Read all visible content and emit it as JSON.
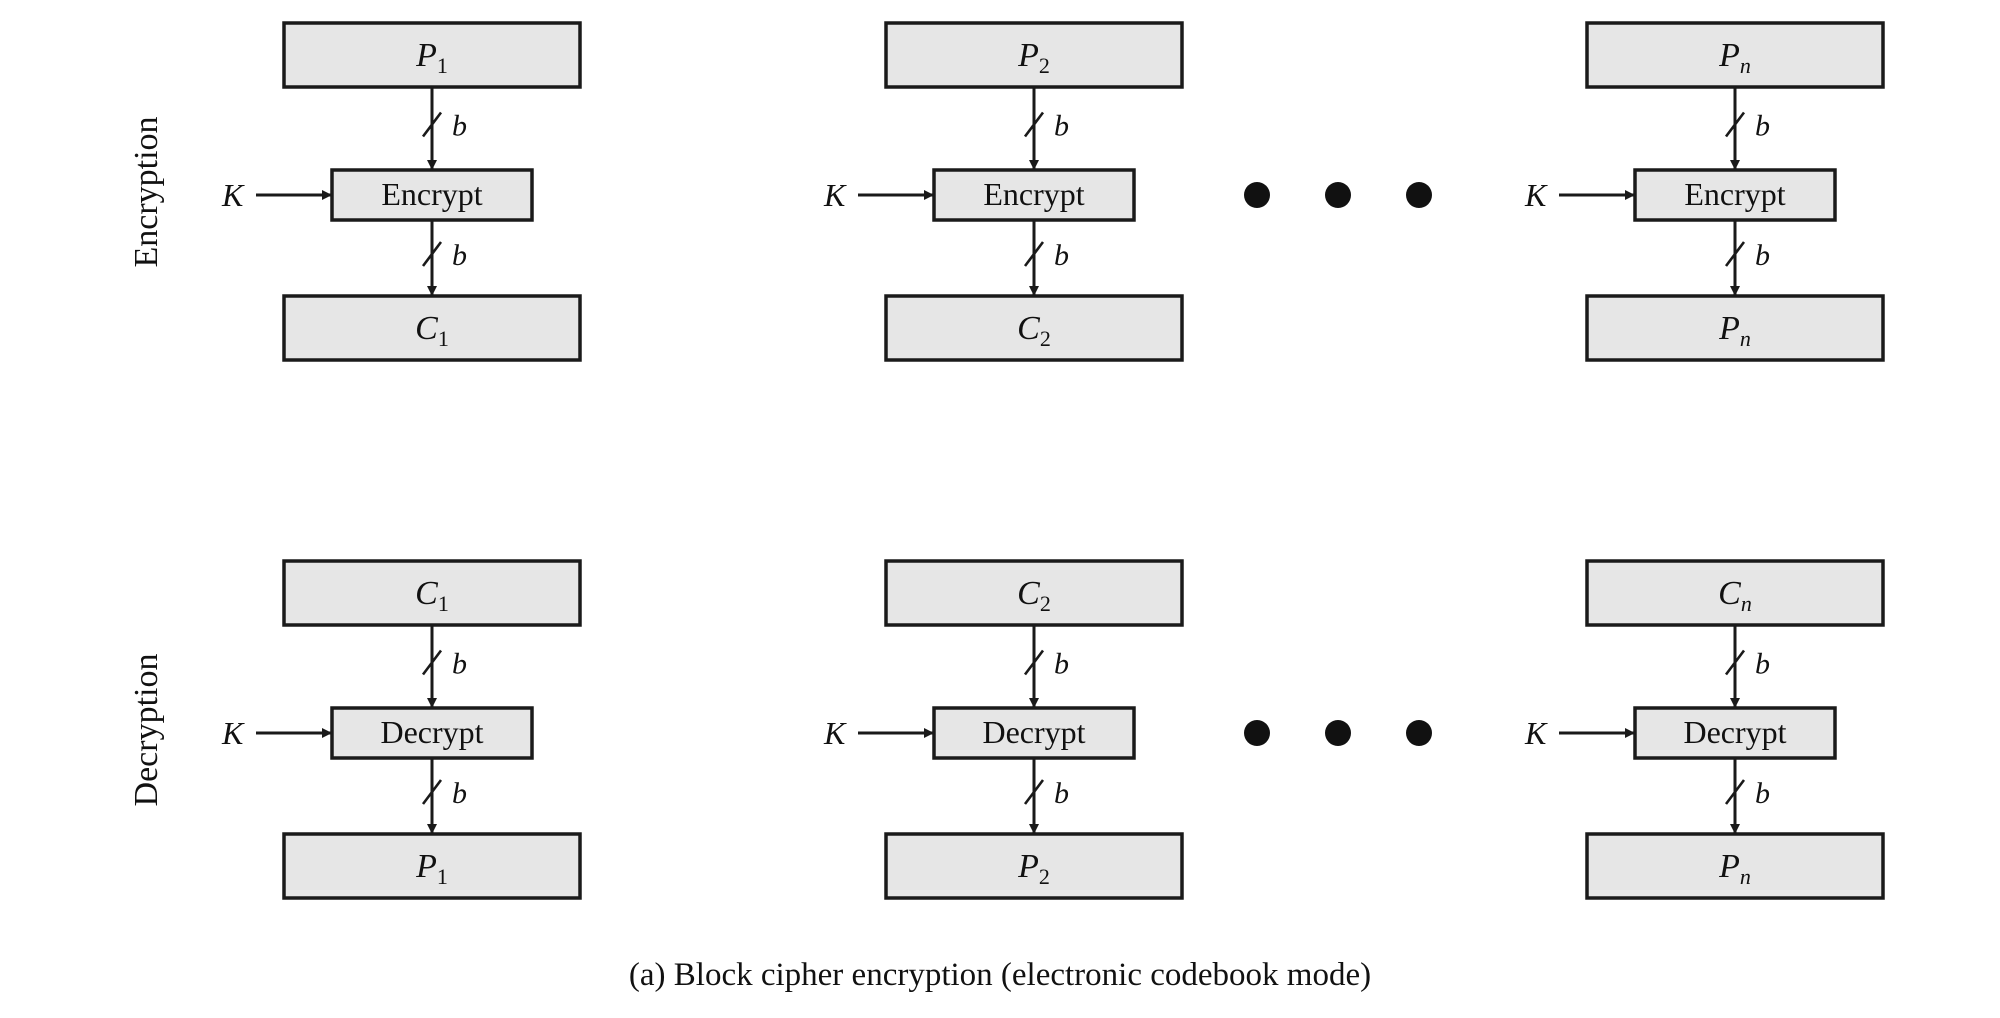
{
  "rows": [
    {
      "label": "Encryption",
      "operation": "Encrypt",
      "blocks": [
        {
          "input": {
            "main": "P",
            "sub": "1"
          },
          "output": {
            "main": "C",
            "sub": "1"
          }
        },
        {
          "input": {
            "main": "P",
            "sub": "2"
          },
          "output": {
            "main": "C",
            "sub": "2"
          }
        },
        {
          "input": {
            "main": "P",
            "sub": "n"
          },
          "output": {
            "main": "P",
            "sub": "n"
          }
        }
      ]
    },
    {
      "label": "Decryption",
      "operation": "Decrypt",
      "blocks": [
        {
          "input": {
            "main": "C",
            "sub": "1"
          },
          "output": {
            "main": "P",
            "sub": "1"
          }
        },
        {
          "input": {
            "main": "C",
            "sub": "2"
          },
          "output": {
            "main": "P",
            "sub": "2"
          }
        },
        {
          "input": {
            "main": "C",
            "sub": "n"
          },
          "output": {
            "main": "P",
            "sub": "n"
          }
        }
      ]
    }
  ],
  "key_label": "K",
  "bit_label": "b",
  "caption": "(a) Block cipher encryption (electronic codebook mode)",
  "colors": {
    "box_fill": "#e6e6e6",
    "stroke": "#1a1a1a"
  }
}
